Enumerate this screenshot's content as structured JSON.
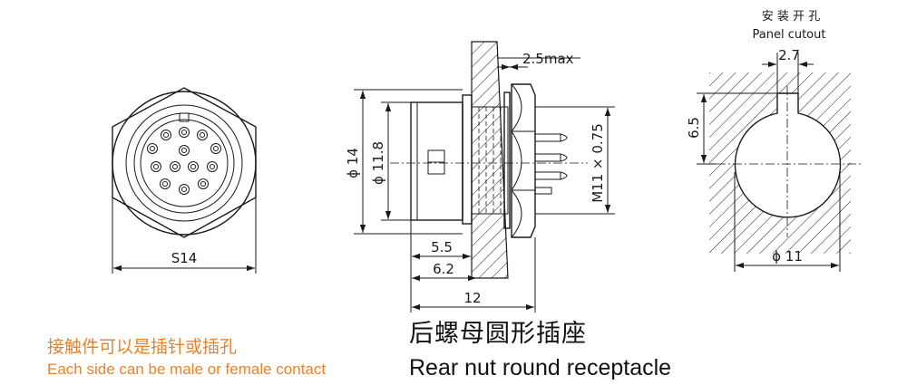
{
  "front_view": {
    "hex_dim": "S14"
  },
  "side_view": {
    "panel_max": "2.5max",
    "outer_dia": "ϕ 14",
    "inner_dia": "ϕ 11.8",
    "thread": "M11 × 0.75",
    "len_a": "5.5",
    "len_b": "6.2",
    "len_total": "12"
  },
  "cutout": {
    "title_cn": "安 装 开 孔",
    "title_en": "Panel cutout",
    "key_width": "2.7",
    "key_depth": "6.5",
    "hole_dia": "ϕ 11"
  },
  "caption": {
    "cn": "后螺母圆形插座",
    "en": "Rear nut round receptacle"
  },
  "note": {
    "cn": "接触件可以是插针或插孔",
    "en": "Each side can be male or female contact",
    "color": "#e8822a"
  }
}
